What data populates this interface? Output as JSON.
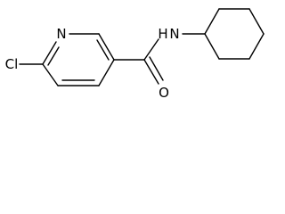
{
  "molecule": {
    "atoms": {
      "cl": "Cl",
      "n_ring": "N",
      "n_amide": "N",
      "h_amide": "H",
      "o_carbonyl": "O"
    }
  },
  "colors": {
    "bond": "#000000",
    "label": "#000000",
    "background": "#ffffff"
  }
}
